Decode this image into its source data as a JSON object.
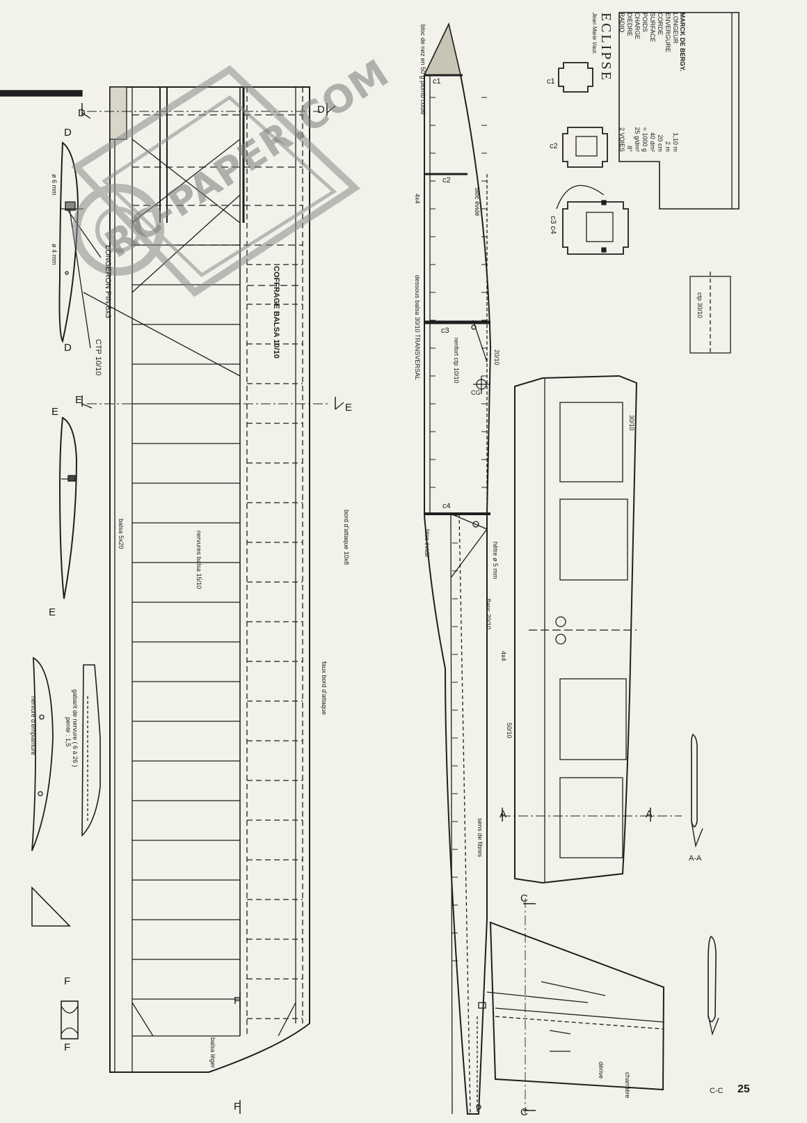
{
  "watermark": {
    "text": "RC-PAPER.COM"
  },
  "specs": {
    "author": "MARCK DE BERGY.",
    "model_name": "ECLIPSE",
    "subtitle": "Jean  Marie  Vaut.",
    "rows": [
      {
        "key": "LONGEUR",
        "value": "1,10 m"
      },
      {
        "key": "ENVERGURE",
        "value": "2 m"
      },
      {
        "key": "CORDE",
        "value": "20 cm"
      },
      {
        "key": "SURFACE",
        "value": "40 dm²"
      },
      {
        "key": "POIDS",
        "value": "≈ 1000 g"
      },
      {
        "key": "CHARGE",
        "value": "25 g/dm²"
      },
      {
        "key": "DIEDRE",
        "value": "8°"
      },
      {
        "key": "RADIO",
        "value": "2 VOIES"
      }
    ]
  },
  "labels": {
    "longeron": "LONGERON PIN 8x3",
    "coffrage": "COFFRAGE BALSA 10/10",
    "ctp_wing": "CTP 10/10",
    "nervures": "nervures balsa 15/10",
    "balsa_5x20": "balsa 5x20",
    "bord_attaque": "bord d'attaque 10x8",
    "faux_bord": "faux bord d'attaque",
    "balsa_leger": "balsa léger",
    "nervure_emplanture": "nervure d'emplanture",
    "gabarit": "gabarit de nervure ( 6 à 26 )",
    "pente": "pente : 1,5",
    "diam_6": "ø 6 mm",
    "diam_4": "ø 4 mm",
    "bloc_nez": "bloc de nez en 50 g plomb coulé",
    "bloc_evide1": "bloc évidé",
    "bloc_evide2": "bloc évidé",
    "dessous_balsa": "dessous balsa 30/10 TRANSVERSAL",
    "renfort": "renfort ctp 10/10",
    "cg": "CG",
    "d2010": "20/10",
    "d4x4a": "4x4",
    "d4x4b": "4x4",
    "hetre": "hêtre ø 5 mm",
    "flanc": "flanc 20/10",
    "d5010": "50/10",
    "d30_10": "30/10",
    "ctp_plate": "ctp 30/10",
    "sens_fibres": "sens de fibres",
    "charniere": "charnière",
    "derive": "dérive",
    "page": "25"
  },
  "frames": {
    "c1": "c1",
    "c2": "c2",
    "c3c4": "c3 c4",
    "c1f": "c1",
    "c2f": "c2",
    "c3f": "c3",
    "c4f": "c4"
  },
  "sections": {
    "D": "D",
    "E": "E",
    "F": "F",
    "A": "A",
    "C": "C",
    "AA": "A-A",
    "CC": "C-C"
  }
}
